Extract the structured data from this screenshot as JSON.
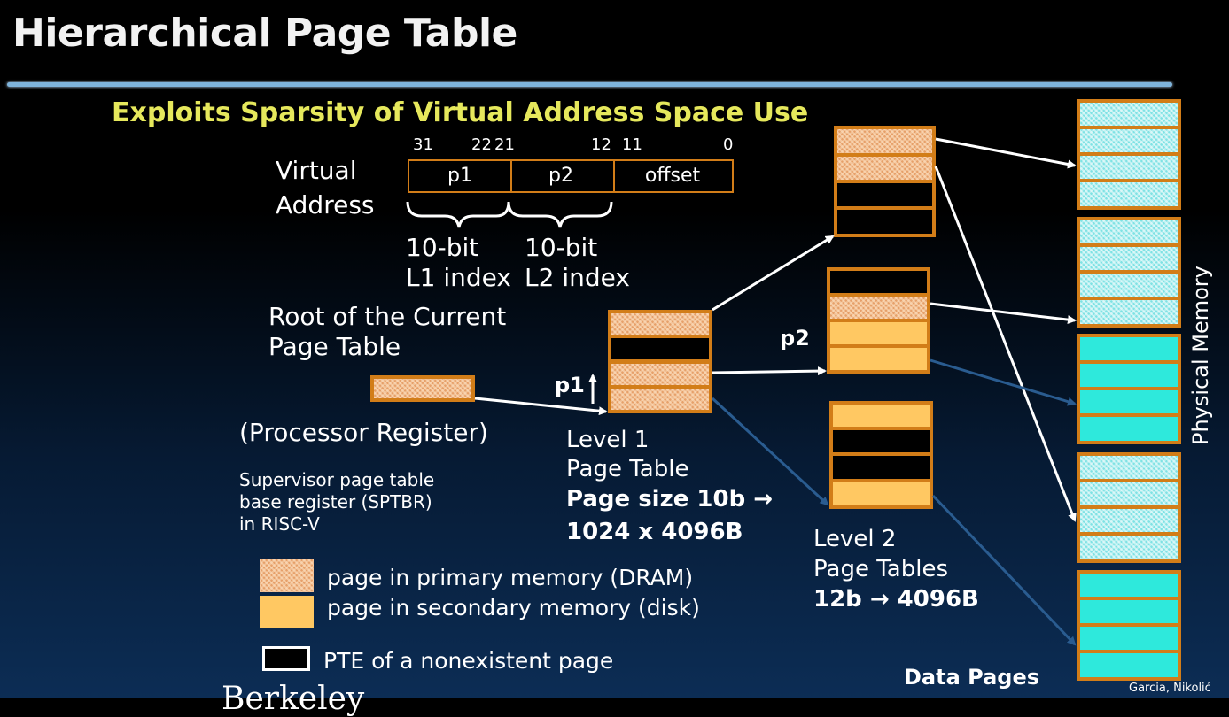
{
  "title": "Hierarchical Page Table",
  "subtitle": "Exploits Sparsity of Virtual Address Space Use",
  "virtual_address": {
    "label_line1": "Virtual",
    "label_line2": "Address",
    "bit_labels": [
      "31",
      "22",
      "21",
      "12",
      "11",
      "0"
    ],
    "fields": [
      "p1",
      "p2",
      "offset"
    ],
    "l1_index_line1": "10-bit",
    "l1_index_line2": "L1 index",
    "l2_index_line1": "10-bit",
    "l2_index_line2": "L2 index"
  },
  "root": {
    "line1": "Root of the Current",
    "line2": "Page Table",
    "register": "(Processor Register)",
    "note_line1": "Supervisor page table",
    "note_line2": "base register (SPTBR)",
    "note_line3": "in RISC-V"
  },
  "level1": {
    "pointer_label": "p1",
    "line1": "Level 1",
    "line2": "Page Table",
    "size_line1": "Page size 10b →",
    "size_line2": "1024 x 4096B"
  },
  "level2": {
    "pointer_label": "p2",
    "line1": "Level 2",
    "line2": "Page Tables",
    "size_line": "12b → 4096B"
  },
  "legend": {
    "dram": "page in primary memory (DRAM)",
    "disk": "page in secondary memory (disk)",
    "nonexistent": "PTE of a nonexistent page"
  },
  "physical_memory_label": "Physical Memory",
  "data_pages_label": "Data Pages",
  "credit": "Garcia, Nikolić",
  "footer_fragment": "Berkeley",
  "colors": {
    "pte_border": "#d27d18",
    "dram_page": "#e6a06a",
    "disk_page": "#ffc862",
    "memory_page": "#2ee9dc",
    "subtitle": "#e6e85c",
    "arrow_white": "#ffffff",
    "arrow_blue": "#2a5c90"
  }
}
